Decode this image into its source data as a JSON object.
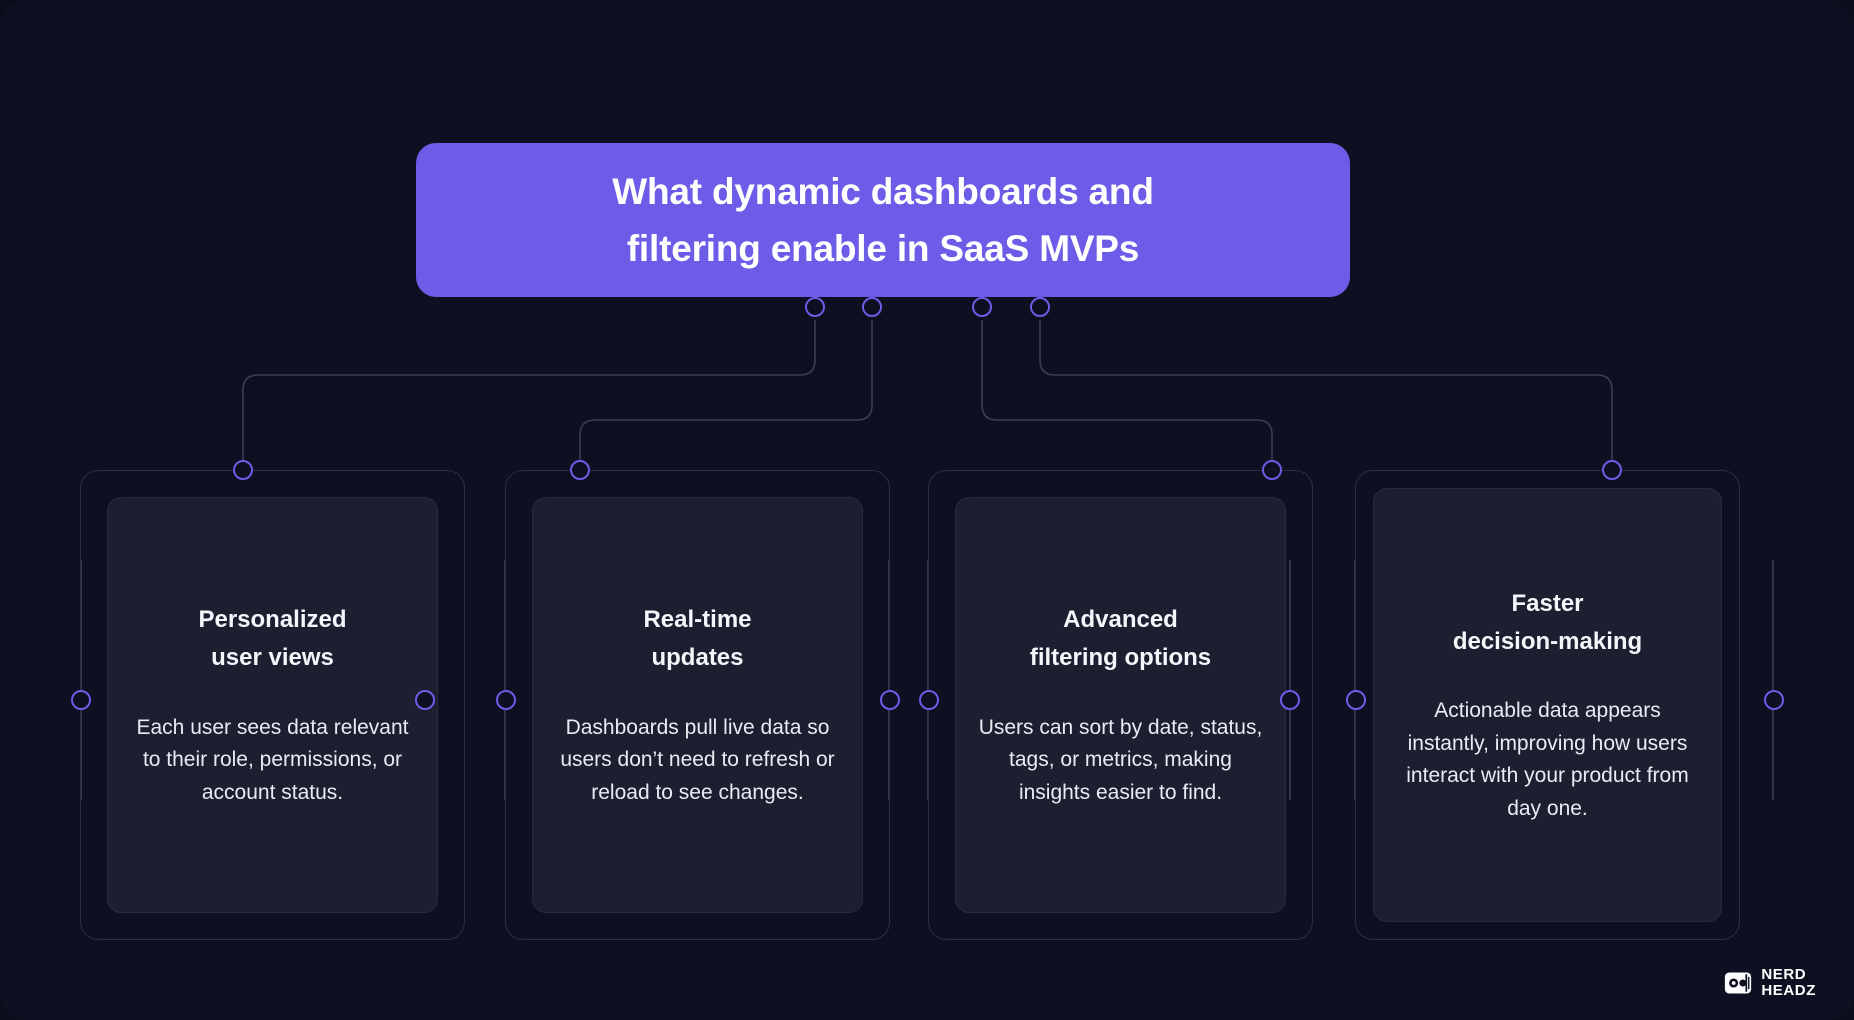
{
  "theme": {
    "background": "#0d1020",
    "accent": "#6c5ce7",
    "card_background": "#1b1f30",
    "frame_border": "#2a2f45",
    "edge_stroke": "#3a3f57",
    "title_text": "#ffffff",
    "body_text": "#e8ebf2"
  },
  "diagram": {
    "type": "mind-map",
    "root": {
      "label": "What dynamic dashboards and filtering enable in SaaS MVPs",
      "line_1": "What dynamic dashboards and",
      "line_2": "filtering enable in SaaS MVPs"
    },
    "branches": [
      {
        "id": "personalized-user-views",
        "title": "Personalized user views",
        "title_line_1": "Personalized",
        "title_line_2": "user views",
        "body": "Each user sees data relevant to their role, permissions, or account status."
      },
      {
        "id": "real-time-updates",
        "title": "Real-time updates",
        "title_line_1": "Real-time",
        "title_line_2": "updates",
        "body": "Dashboards pull live data so users don’t need to refresh or reload to see changes."
      },
      {
        "id": "advanced-filtering-options",
        "title": "Advanced filtering options",
        "title_line_1": "Advanced",
        "title_line_2": "filtering options",
        "body": "Users can sort by date, status, tags, or metrics, making insights easier to find."
      },
      {
        "id": "faster-decision-making",
        "title": "Faster decision-making",
        "title_line_1": "Faster",
        "title_line_2": "decision-making",
        "body": "Actionable data appears instantly, improving how users interact with your product from day one."
      }
    ]
  },
  "logo": {
    "line_1": "NERD",
    "line_2": "HEADZ",
    "mark": "nerdheadz-logo-icon"
  }
}
